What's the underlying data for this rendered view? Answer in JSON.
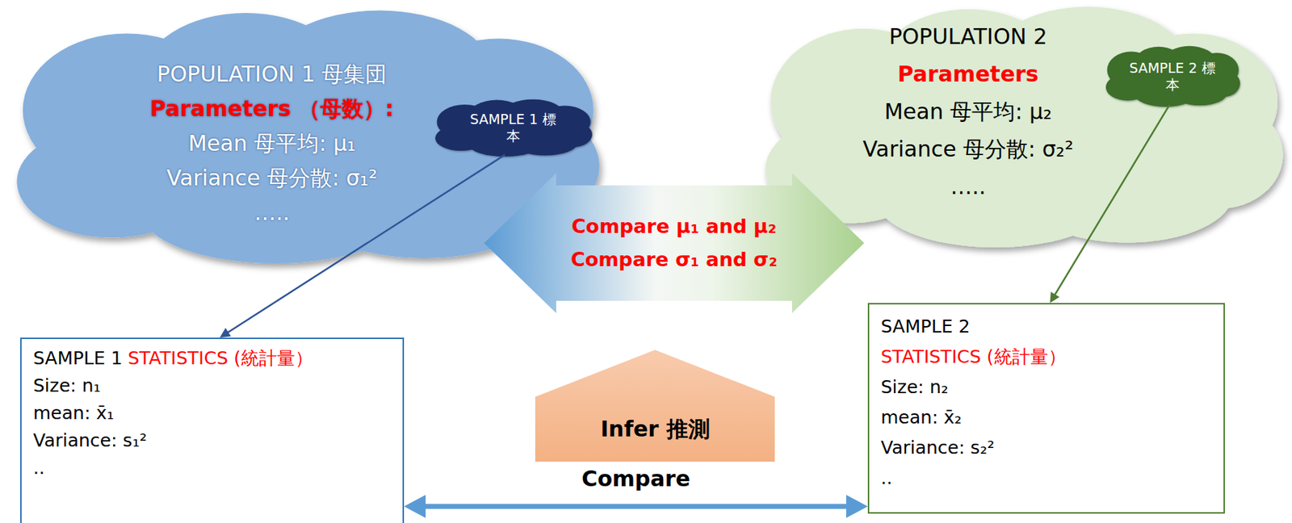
{
  "diagram": {
    "nodes": [
      {
        "text": [
          "POPULATION 1 母集団",
          "Parameters （母数）:",
          "Mean 母平均: μ₁",
          "Variance 母分散: σ₁²",
          "….."
        ]
      },
      {
        "text": [
          "SAMPLE 1 標本"
        ],
        "in": 0
      },
      {
        "text": [
          "POPULATION 2",
          "Parameters",
          "Mean 母平均: μ₂",
          "Variance 母分散: σ₂²",
          "….."
        ]
      },
      {
        "text": [
          "SAMPLE 2 標本"
        ],
        "in": 2
      },
      {
        "text": [
          "Compare μ₁ and μ₂",
          "Compare σ₁ and σ₂"
        ]
      },
      {
        "text": [
          "SAMPLE 1",
          "STATISTICS (統計量）",
          "Size: n₁",
          "mean: x̄₁",
          "Variance: s₁²",
          ".."
        ]
      },
      {
        "text": [
          "Infer 推測"
        ]
      },
      {
        "text": [
          "SAMPLE 2",
          "STATISTICS (統計量）",
          "Size: n₂",
          "mean: x̄₂",
          "Variance: s₂²",
          ".."
        ]
      }
    ],
    "edges": [
      {
        "from": 1,
        "to": 5,
        "arrow": "to"
      },
      {
        "from": 3,
        "to": 7,
        "arrow": "to"
      },
      {
        "from": 5,
        "to": 7,
        "arrow": "both",
        "label": "Compare"
      }
    ]
  }
}
